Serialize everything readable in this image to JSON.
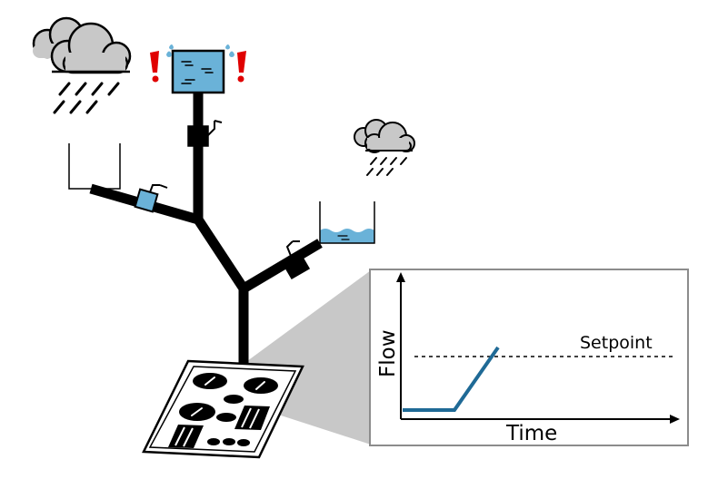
{
  "inset_chart": {
    "ylabel": "Flow",
    "xlabel": "Time",
    "setpoint_label": "Setpoint"
  },
  "colors": {
    "water": "#6ab2d8",
    "pipe": "#000000",
    "flow_line": "#1f6a96",
    "cloud": "#c8c8c8",
    "alarm": "#e00000",
    "zoom_wedge": "#c8c8c8",
    "inset_border": "#8c8c8c"
  }
}
